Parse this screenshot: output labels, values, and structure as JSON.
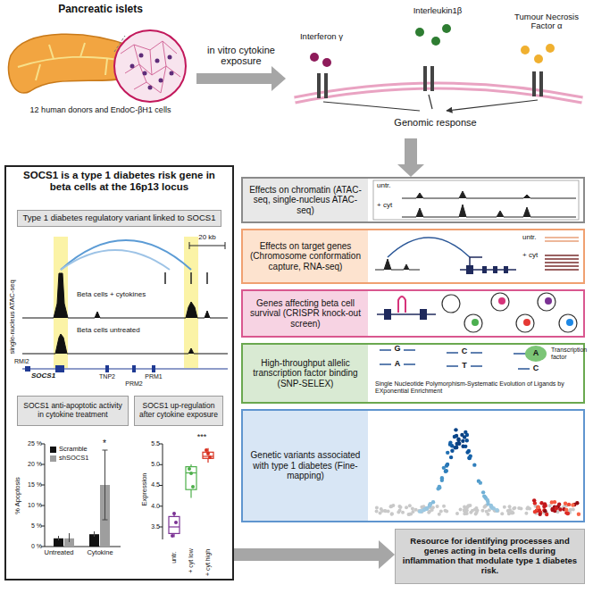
{
  "diagram": {
    "nodes": [
      {
        "text": [
          "Pancreatic islets",
          "12 human donors and EndoC-βH1 cells"
        ]
      },
      {
        "text": [
          "Genomic response"
        ]
      },
      {
        "text": [
          "SOCS1 is a type 1 diabetes risk gene in beta cells at the 16p13 locus"
        ]
      },
      {
        "text": [
          "Type 1 diabetes regulatory variant linked to SOCS1"
        ],
        "in": 2
      },
      {
        "text": [
          "SOCS1 anti-apoptotic activity in cytokine treatment"
        ],
        "in": 2
      },
      {
        "text": [
          "SOCS1 up-regulation after cytokine exposure"
        ],
        "in": 2
      },
      {
        "text": [
          "Effects on chromatin (ATAC-seq, single-nucleus ATAC-seq)"
        ]
      },
      {
        "text": [
          "Effects on target genes (Chromosome conformation capture, RNA-seq)"
        ]
      },
      {
        "text": [
          "Genes affecting beta cell survival (CRISPR knock-out screen)"
        ]
      },
      {
        "text": [
          "High-throughput allelic transcription factor binding (SNP-SELEX)"
        ]
      },
      {
        "text": [
          "Genetic variants associated with type 1 diabetes (Fine-mapping)"
        ]
      },
      {
        "text": [
          "Resource for identifying processes and genes acting in beta cells during inflammation that modulate type 1 diabetes risk."
        ]
      }
    ],
    "edges": [
      {
        "from": 0,
        "to": 1,
        "label": "in vitro cytokine exposure",
        "arrow": "to"
      },
      {
        "from": 1,
        "to": 6,
        "arrow": "to"
      },
      {
        "from": 2,
        "to": 11,
        "arrow": "to"
      }
    ],
    "labels": [
      "Interferon γ",
      "Interleukin1β",
      "Tumour Necrosis Factor α",
      "20 kb",
      "single-nucleus ATAC-seq",
      "Beta cells + cytokines",
      "Beta cells untreated",
      "RMI2",
      "SOCS1",
      "TNP2",
      "PRM1",
      "PRM2",
      "25 %",
      "20 %",
      "15 %",
      "10 %",
      "5 %",
      "0 %",
      "% Apoptosis",
      "Untreated",
      "Cytokine",
      "*",
      "5.5",
      "5.0",
      "4.5",
      "4.0",
      "3.5",
      "Expression",
      "untr.",
      "+ cyt low",
      "+ cyt high",
      "***",
      "untr.",
      "+ cyt",
      "untr.",
      "+ cyt",
      "G",
      "A",
      "C",
      "T",
      "A",
      "C",
      "Transcription factor",
      "Single Nucleotide Polymorphism-Systematic Evolution of Ligands by EXponential Enrichment"
    ],
    "legend": [
      {
        "text": "Scramble",
        "color": "#111111"
      },
      {
        "text": "shSOCS1",
        "color": "#9e9e9e"
      }
    ]
  }
}
